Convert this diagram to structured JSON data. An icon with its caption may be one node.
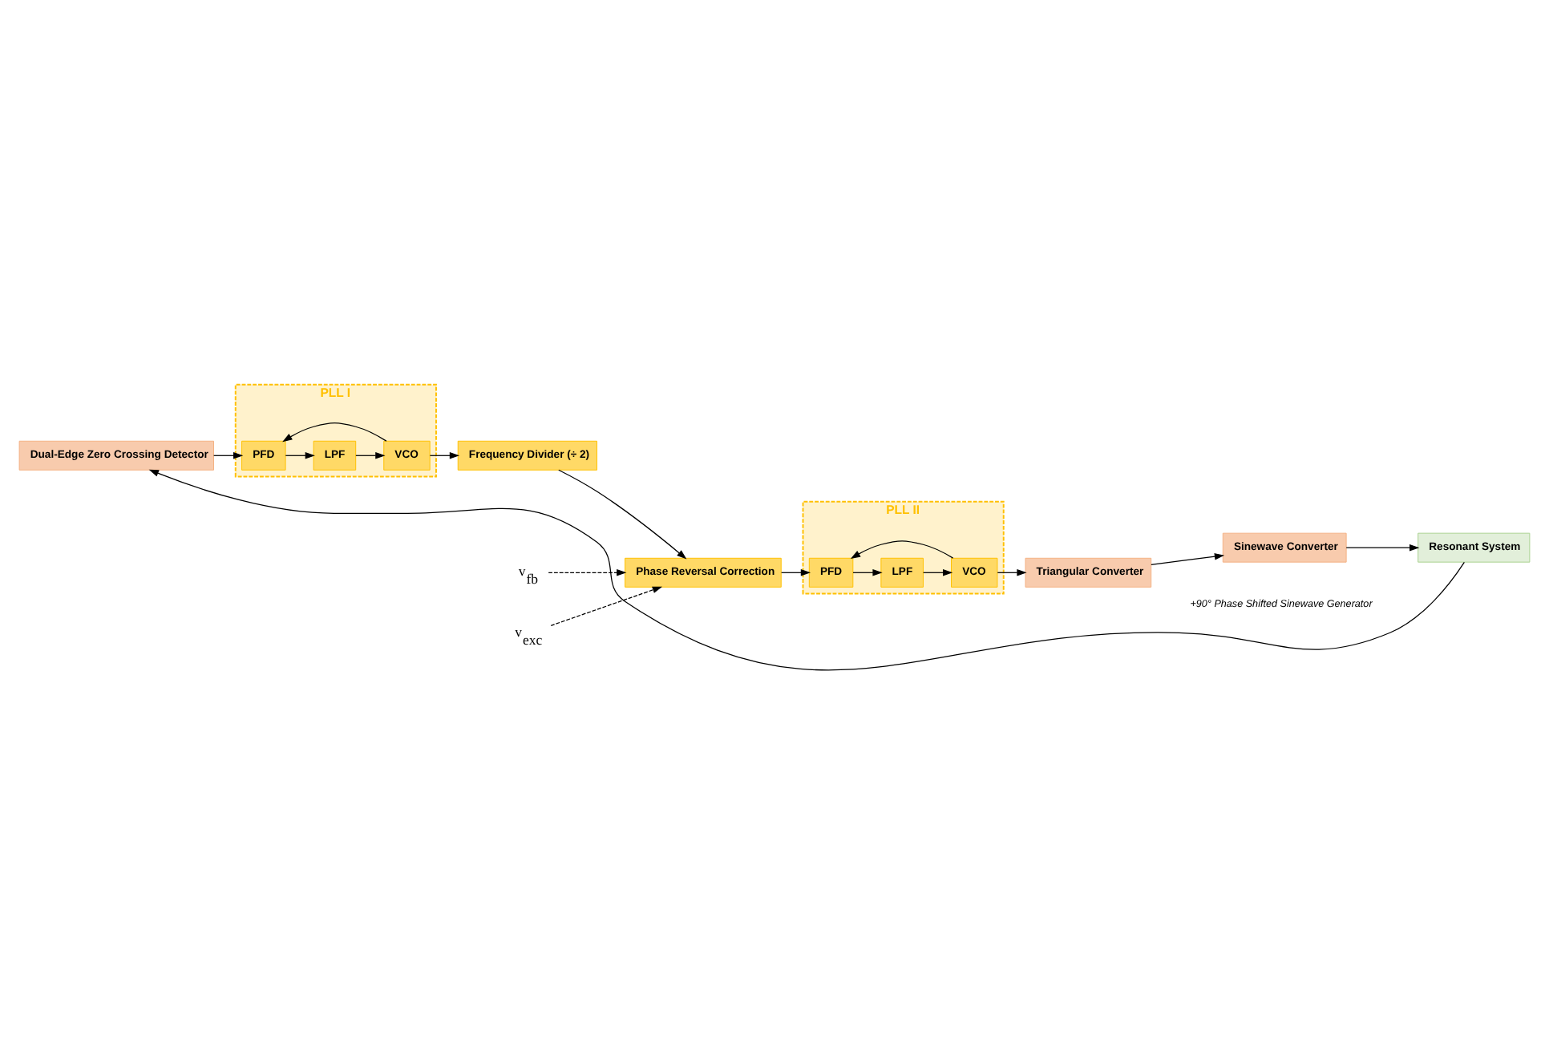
{
  "diagram": {
    "nodes": [
      {
        "text": [
          "Dual-Edge Zero Crossing Detector"
        ]
      },
      {
        "text": [
          "PLL I"
        ]
      },
      {
        "text": [
          "PFD"
        ],
        "in": 1
      },
      {
        "text": [
          "LPF"
        ],
        "in": 1
      },
      {
        "text": [
          "VCO"
        ],
        "in": 1
      },
      {
        "text": [
          "Frequency Divider (÷ 2)"
        ]
      },
      {
        "text": [
          "Phase Reversal Correction"
        ]
      },
      {
        "text": [
          "PLL II"
        ]
      },
      {
        "text": [
          "PFD"
        ],
        "in": 7
      },
      {
        "text": [
          "LPF"
        ],
        "in": 7
      },
      {
        "text": [
          "VCO"
        ],
        "in": 7
      },
      {
        "text": [
          "Triangular Converter"
        ]
      },
      {
        "text": [
          "Sinewave Converter"
        ]
      },
      {
        "text": [
          "Resonant System"
        ]
      },
      {
        "text": [
          "v$_{fb}$"
        ]
      },
      {
        "text": [
          "v$_{exc}$"
        ]
      }
    ],
    "edges": [
      {
        "from": 0,
        "to": 2,
        "arrow": "to"
      },
      {
        "from": 2,
        "to": 3,
        "arrow": "to"
      },
      {
        "from": 3,
        "to": 4,
        "arrow": "to"
      },
      {
        "from": 4,
        "to": 2,
        "arrow": "to"
      },
      {
        "from": 4,
        "to": 5,
        "arrow": "to"
      },
      {
        "from": 5,
        "to": 6,
        "arrow": "to"
      },
      {
        "from": 6,
        "to": 8,
        "arrow": "to"
      },
      {
        "from": 8,
        "to": 9,
        "arrow": "to"
      },
      {
        "from": 9,
        "to": 10,
        "arrow": "to"
      },
      {
        "from": 10,
        "to": 8,
        "arrow": "to"
      },
      {
        "from": 10,
        "to": 11,
        "arrow": "to"
      },
      {
        "from": 11,
        "to": 12,
        "arrow": "to"
      },
      {
        "from": 12,
        "to": 13,
        "arrow": "to"
      },
      {
        "from": 13,
        "to": 0,
        "arrow": "to"
      },
      {
        "from": 14,
        "to": 6,
        "arrow": "to",
        "style": "dashed"
      },
      {
        "from": 15,
        "to": 6,
        "arrow": "to",
        "style": "dashed"
      }
    ],
    "labels": [
      "+90° Phase Shifted Sinewave Generator"
    ]
  }
}
